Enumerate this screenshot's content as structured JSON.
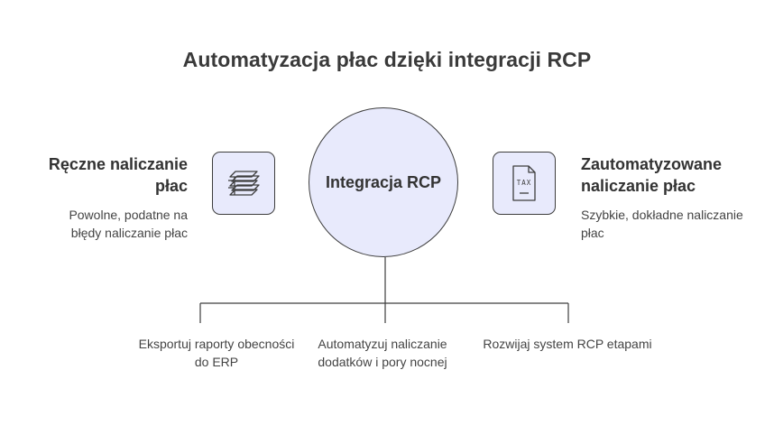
{
  "title": "Automatyzacja płac dzięki integracji RCP",
  "hub": {
    "label": "Integracja RCP"
  },
  "left": {
    "heading": "Ręczne naliczanie płac",
    "description": "Powolne, podatne na błędy naliczanie płac",
    "icon": "cash-stack-icon"
  },
  "right": {
    "heading": "Zautomatyzowane naliczanie płac",
    "description": "Szybkie, dokładne naliczanie płac",
    "icon": "tax-document-icon",
    "icon_text": "TAX"
  },
  "steps": [
    {
      "label": "Eksportuj raporty obecności do ERP"
    },
    {
      "label": "Automatyzuj naliczanie dodatków i pory nocnej"
    },
    {
      "label": "Rozwijaj system RCP etapami"
    }
  ],
  "colors": {
    "fill": "#e8eafc",
    "stroke": "#3d3d3d",
    "text": "#333333"
  }
}
